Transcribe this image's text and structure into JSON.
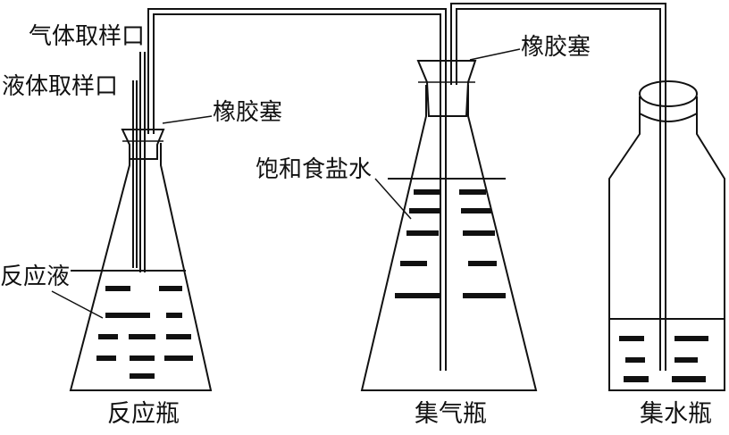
{
  "labels": {
    "gas_sample_port": "气体取样口",
    "liquid_sample_port": "液体取样口",
    "stopper_left": "橡胶塞",
    "stopper_middle": "橡胶塞",
    "saturated_brine": "饱和食盐水",
    "reaction_liquid": "反应液"
  },
  "captions": {
    "reaction_flask": "反应瓶",
    "gas_collection_bottle": "集气瓶",
    "water_collection_bottle": "集水瓶"
  },
  "colors": {
    "stroke": "#111111",
    "liquid": "#111111",
    "background": "#ffffff"
  }
}
